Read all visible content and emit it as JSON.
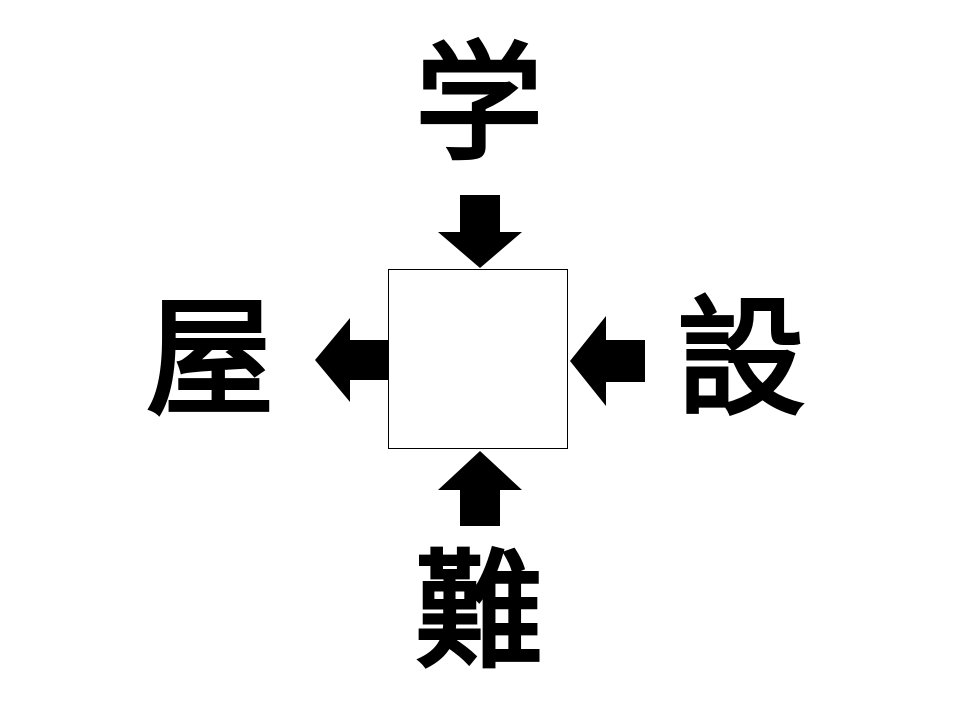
{
  "puzzle": {
    "top_char": "学",
    "left_char": "屋",
    "right_char": "設",
    "bottom_char": "難",
    "answer": ""
  },
  "colors": {
    "ink": "#000000",
    "background": "#ffffff"
  }
}
